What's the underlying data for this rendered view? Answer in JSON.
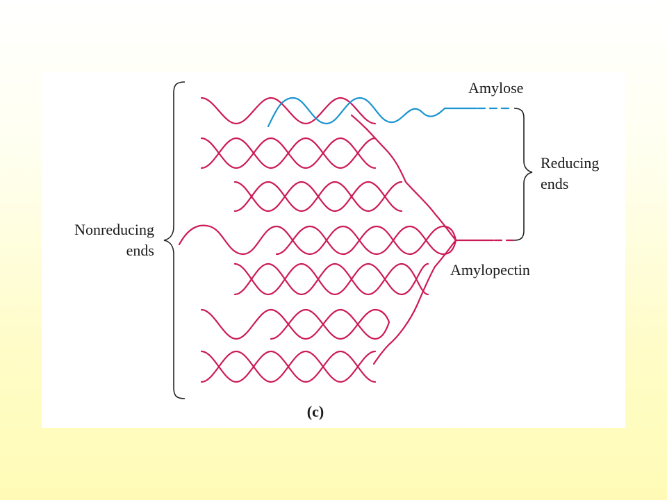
{
  "colors": {
    "amylopectin": "#cc1a55",
    "amylose": "#1a93d0",
    "text": "#1a1a1a",
    "panel": "#ffffff"
  },
  "labels": {
    "amylose": "Amylose",
    "reducing_line1": "Reducing",
    "reducing_line2": "ends",
    "nonreducing_line1": "Nonreducing",
    "nonreducing_line2": "ends",
    "amylopectin": "Amylopectin",
    "caption": "(c)"
  }
}
